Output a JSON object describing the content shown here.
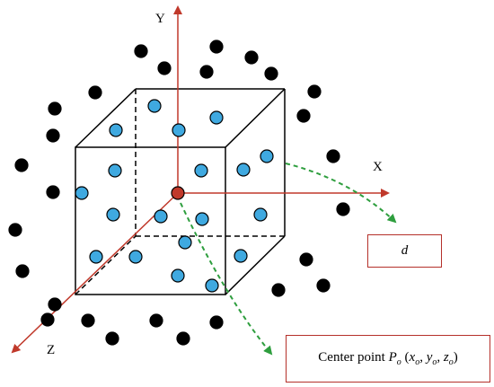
{
  "axes": {
    "y_label": "Y",
    "x_label": "X",
    "z_label": "Z",
    "axis_color": "#c0392b"
  },
  "boxes": {
    "distance_label": "d",
    "center_prefix": "Center point",
    "center_P": "P",
    "center_P_sub": "o",
    "center_open": " (",
    "center_x": "x",
    "center_x_sub": "o",
    "center_comma1": ", ",
    "center_y": "y",
    "center_y_sub": "o",
    "center_comma2": ", ",
    "center_z": "z",
    "center_z_sub": "o",
    "center_close": ")",
    "border_color": "#b5302a"
  },
  "colors": {
    "inner_point": "#3fa9e0",
    "outer_point": "#000000",
    "center_point": "#c0392b",
    "arrow_dashed": "#2e9e3e",
    "cube_edge": "#000000"
  }
}
